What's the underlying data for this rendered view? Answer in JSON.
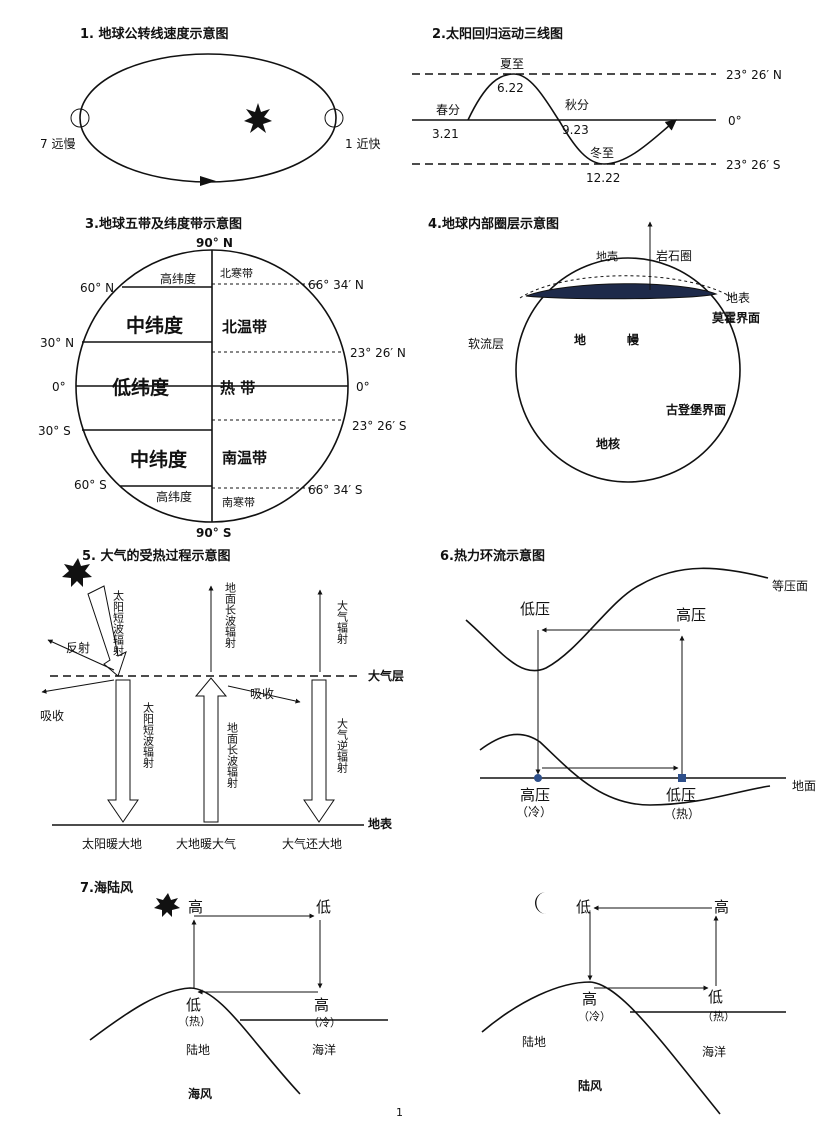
{
  "d1": {
    "title": "1.  地球公转线速度示意图",
    "left": "7 远慢",
    "right": "1 近快"
  },
  "d2": {
    "title": "2.太阳回归运动三线图",
    "summer": "夏至",
    "summer_date": "6.22",
    "spring": "春分",
    "spring_date": "3.21",
    "autumn": "秋分",
    "autumn_date": "9.23",
    "winter": "冬至",
    "winter_date": "12.22",
    "lat_n": "23° 26′ N",
    "lat_0": "0°",
    "lat_s": "23° 26′ S"
  },
  "d3": {
    "title": "3.地球五带及纬度带示意图",
    "top": "90° N",
    "bottom": "90° S",
    "l60n": "60° N",
    "l30n": "30° N",
    "l0": "0°",
    "l30s": "30° S",
    "l60s": "60° S",
    "r6634n": "66° 34′ N",
    "r2326n": "23° 26′ N",
    "r0": "0°",
    "r2326s": "23° 26′ S",
    "r6634s": "66° 34′ S",
    "high_n": "高纬度",
    "mid_n": "中纬度",
    "low": "低纬度",
    "mid_s": "中纬度",
    "high_s": "高纬度",
    "frigid_n": "北寒带",
    "temp_n": "北温带",
    "torrid": "热  带",
    "temp_s": "南温带",
    "frigid_s": "南寒带"
  },
  "d4": {
    "title": "4.地球内部圈层示意图",
    "crust": "地壳",
    "litho": "岩石圈",
    "surface": "地表",
    "moho": "莫霍界面",
    "astheno": "软流层",
    "mantle_a": "地",
    "mantle_b": "幔",
    "gutenberg": "古登堡界面",
    "core": "地核"
  },
  "d5": {
    "title": "5.  大气的受热过程示意图",
    "solar_in": "太阳短波辐射",
    "ground_lw": "地面长波辐射",
    "atm_rad": "大气辐射",
    "reflect": "反射",
    "absorb_l": "吸收",
    "absorb_m": "吸收",
    "atm_layer": "大气层",
    "solar_down": "太阳短波辐射",
    "ground_up": "地面长波辐射",
    "counter": "大气逆辐射",
    "ground": "地表",
    "cap1": "太阳暖大地",
    "cap2": "大地暖大气",
    "cap3": "大气还大地"
  },
  "d6": {
    "title": "6.热力环流示意图",
    "isobar": "等压面",
    "low_up": "低压",
    "high_up": "高压",
    "high_down": "高压",
    "high_down_note": "（冷）",
    "low_down": "低压",
    "low_down_note": "（热）",
    "ground": "地面"
  },
  "d7": {
    "title": "7.海陆风",
    "a_high": "高",
    "a_low": "低",
    "a_low2": "低",
    "a_low2_note": "（热）",
    "a_high2": "高",
    "a_high2_note": "（冷）",
    "a_land": "陆地",
    "a_sea": "海洋",
    "a_caption": "海风",
    "b_low": "低",
    "b_high": "高",
    "b_high2": "高",
    "b_high2_note": "（冷）",
    "b_low2": "低",
    "b_low2_note": "（热）",
    "b_land": "陆地",
    "b_sea": "海洋",
    "b_caption": "陆风"
  },
  "page_number": "1"
}
